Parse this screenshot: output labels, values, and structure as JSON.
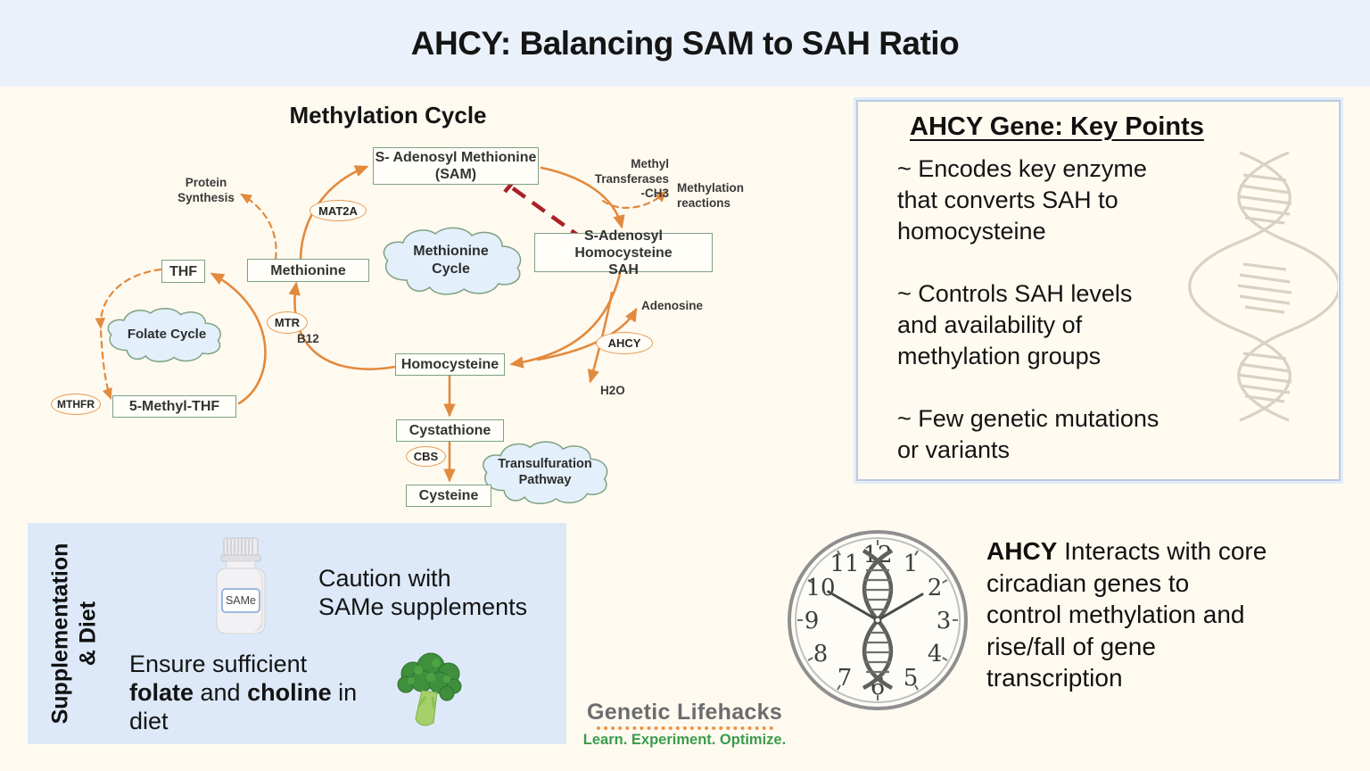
{
  "banner": {
    "title": "AHCY: Balancing SAM to SAH Ratio"
  },
  "diagram": {
    "title": "Methylation Cycle",
    "boxes": {
      "sam": "S- Adenosyl Methionine\n(SAM)",
      "sah": "S-Adenosyl Homocysteine\nSAH",
      "methionine": "Methionine",
      "thf": "THF",
      "methyl_thf": "5-Methyl-THF",
      "homocysteine": "Homocysteine",
      "cystathione": "Cystathione",
      "cysteine": "Cysteine"
    },
    "enzymes": {
      "mat2a": "MAT2A",
      "mtr": "MTR",
      "mthfr": "MTHFR",
      "ahcy": "AHCY",
      "cbs": "CBS"
    },
    "clouds": {
      "methionine_cycle": "Methionine\nCycle",
      "folate_cycle": "Folate Cycle",
      "transulfuration": "Transulfuration\nPathway"
    },
    "labels": {
      "protein_synthesis": "Protein\nSynthesis",
      "methyl_transferases": "Methyl\nTransferases\n-CH3",
      "methylation_reactions": "Methylation\nreactions",
      "adenosine": "Adenosine",
      "h2o": "H2O",
      "b12": "B12"
    }
  },
  "key_points": {
    "title": "AHCY Gene: Key Points",
    "point1": "~ Encodes key enzyme\nthat converts SAH to\nhomocysteine",
    "point2": "~ Controls SAH levels\nand availability of\nmethylation groups",
    "point3": "~ Few genetic mutations\nor variants"
  },
  "supplement": {
    "heading": "Supplementation\n& Diet",
    "bottle_label": "SAMe",
    "caution": "Caution with\nSAMe supplements",
    "diet_pre": "Ensure sufficient\n",
    "diet_bold1": "folate",
    "diet_mid": " and ",
    "diet_bold2": "choline",
    "diet_post": " in\ndiet"
  },
  "circadian": {
    "gene": "AHCY",
    "text": " Interacts with core\ncircadian genes to\ncontrol methylation and\nrise/fall of gene\ntranscription",
    "clock_numbers": [
      "1",
      "2",
      "3",
      "4",
      "5",
      "6",
      "7",
      "8",
      "9",
      "10",
      "11",
      "12"
    ]
  },
  "logo": {
    "name": "Genetic Lifehacks",
    "tagline": "Learn. Experiment. Optimize."
  },
  "colors": {
    "banner_bg": "#eaf1fb",
    "page_bg": "#fffaf0",
    "panel_blue": "#dde9f8",
    "arrow_orange": "#e28a3e",
    "inhibit_red": "#ab2025",
    "node_border_green": "#7da183",
    "cloud_blue": "#e3effa",
    "logo_gray": "#6b6c6e",
    "logo_green": "#3a9c4c",
    "logo_dot_orange": "#ef9342"
  }
}
